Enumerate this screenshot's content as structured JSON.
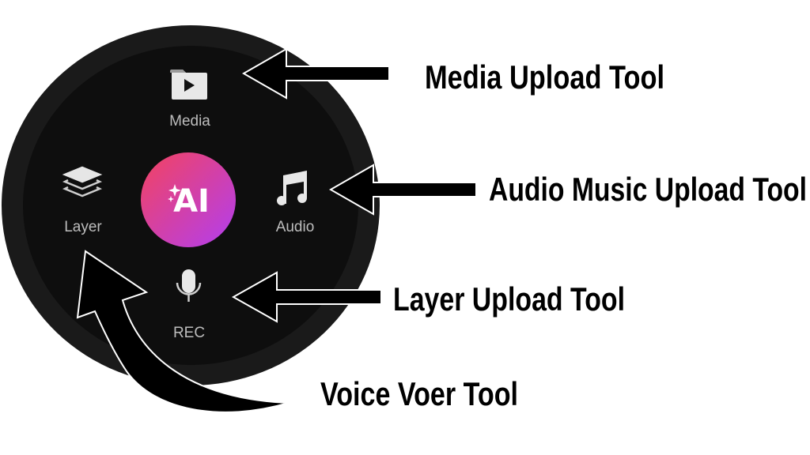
{
  "menu": {
    "center_button": {
      "label": "AI",
      "icon": "sparkle-icon",
      "gradient": [
        "#f0456a",
        "#b83ee6"
      ]
    },
    "items": [
      {
        "label": "Media",
        "icon": "folder-play-icon"
      },
      {
        "label": "Layer",
        "icon": "layers-icon"
      },
      {
        "label": "Audio",
        "icon": "music-note-icon"
      },
      {
        "label": "REC",
        "icon": "microphone-icon"
      }
    ],
    "background": "#0e0e0e",
    "ring": "#1a1a1a"
  },
  "callouts": [
    {
      "text": "Media Upload Tool"
    },
    {
      "text": "Audio Music Upload Tool"
    },
    {
      "text": "Layer Upload Tool"
    },
    {
      "text": "Voice Voer Tool"
    }
  ]
}
